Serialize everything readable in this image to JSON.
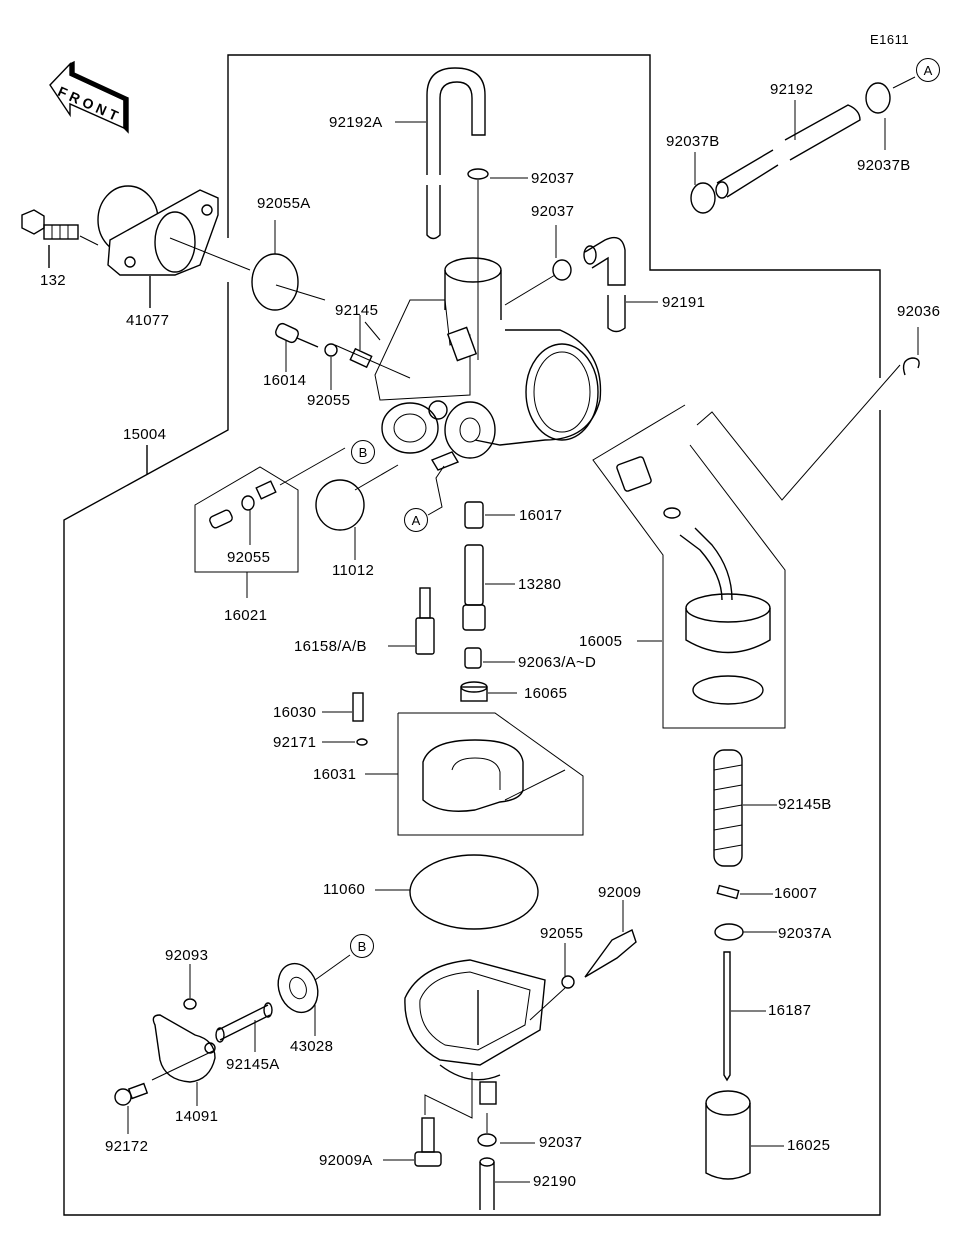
{
  "diagram": {
    "code": "E1611",
    "direction_label": "FRONT",
    "reference_markers": [
      {
        "id": "ref-a-top",
        "letter": "A"
      },
      {
        "id": "ref-b-body",
        "letter": "B"
      },
      {
        "id": "ref-a-body",
        "letter": "A"
      },
      {
        "id": "ref-b-bottom",
        "letter": "B"
      }
    ],
    "parts": [
      {
        "id": "p-92192A",
        "number": "92192A",
        "name": "tube"
      },
      {
        "id": "p-92037-a",
        "number": "92037",
        "name": "clamp"
      },
      {
        "id": "p-92037-b",
        "number": "92037",
        "name": "clamp"
      },
      {
        "id": "p-92192",
        "number": "92192",
        "name": "tube"
      },
      {
        "id": "p-92037B-l",
        "number": "92037B",
        "name": "clamp"
      },
      {
        "id": "p-92037B-r",
        "number": "92037B",
        "name": "clamp"
      },
      {
        "id": "p-92055A",
        "number": "92055A",
        "name": "o-ring"
      },
      {
        "id": "p-132",
        "number": "132",
        "name": "bolt"
      },
      {
        "id": "p-41077",
        "number": "41077",
        "name": "holder"
      },
      {
        "id": "p-92145",
        "number": "92145",
        "name": "spring"
      },
      {
        "id": "p-92191",
        "number": "92191",
        "name": "tube"
      },
      {
        "id": "p-92036",
        "number": "92036",
        "name": "clip"
      },
      {
        "id": "p-16014",
        "number": "16014",
        "name": "screw"
      },
      {
        "id": "p-92055-a",
        "number": "92055",
        "name": "o-ring"
      },
      {
        "id": "p-15004",
        "number": "15004",
        "name": "carburetor assy"
      },
      {
        "id": "p-92055-b",
        "number": "92055",
        "name": "o-ring"
      },
      {
        "id": "p-16021",
        "number": "16021",
        "name": "screw assy"
      },
      {
        "id": "p-11012",
        "number": "11012",
        "name": "cap"
      },
      {
        "id": "p-16017",
        "number": "16017",
        "name": "holder"
      },
      {
        "id": "p-13280",
        "number": "13280",
        "name": "needle jet"
      },
      {
        "id": "p-16158",
        "number": "16158/A/B",
        "name": "jet"
      },
      {
        "id": "p-16005",
        "number": "16005",
        "name": "cap assy"
      },
      {
        "id": "p-92063",
        "number": "92063/A~D",
        "name": "main jet"
      },
      {
        "id": "p-16065",
        "number": "16065",
        "name": "holder"
      },
      {
        "id": "p-16030",
        "number": "16030",
        "name": "valve"
      },
      {
        "id": "p-92171",
        "number": "92171",
        "name": "clamp"
      },
      {
        "id": "p-16031",
        "number": "16031",
        "name": "float"
      },
      {
        "id": "p-92145B",
        "number": "92145B",
        "name": "spring"
      },
      {
        "id": "p-11060",
        "number": "11060",
        "name": "gasket"
      },
      {
        "id": "p-92009",
        "number": "92009",
        "name": "screw"
      },
      {
        "id": "p-16007",
        "number": "16007",
        "name": "holder"
      },
      {
        "id": "p-92093",
        "number": "92093",
        "name": "seal"
      },
      {
        "id": "p-92055-c",
        "number": "92055",
        "name": "o-ring"
      },
      {
        "id": "p-92037A",
        "number": "92037A",
        "name": "clip"
      },
      {
        "id": "p-43028",
        "number": "43028",
        "name": "diaphragm"
      },
      {
        "id": "p-92145A",
        "number": "92145A",
        "name": "spring"
      },
      {
        "id": "p-16187",
        "number": "16187",
        "name": "jet needle"
      },
      {
        "id": "p-14091",
        "number": "14091",
        "name": "cover"
      },
      {
        "id": "p-92172",
        "number": "92172",
        "name": "screw"
      },
      {
        "id": "p-92037-c",
        "number": "92037",
        "name": "clamp"
      },
      {
        "id": "p-16025",
        "number": "16025",
        "name": "throttle valve"
      },
      {
        "id": "p-92009A",
        "number": "92009A",
        "name": "screw"
      },
      {
        "id": "p-92190",
        "number": "92190",
        "name": "tube"
      }
    ]
  }
}
